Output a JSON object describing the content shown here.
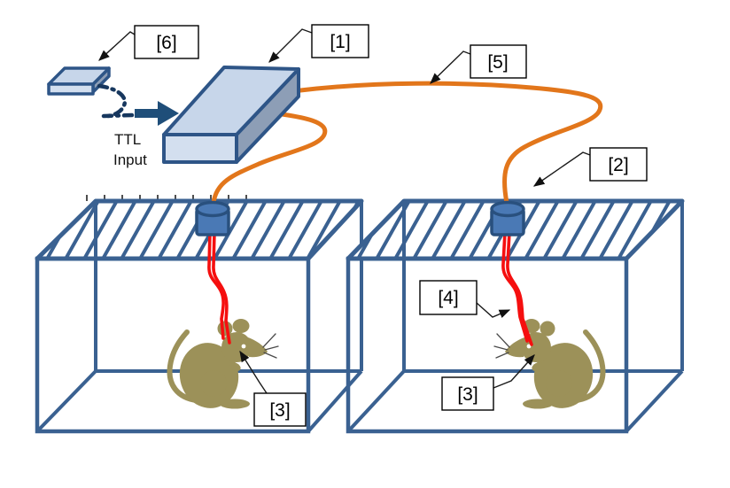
{
  "figure": {
    "type": "experimental-setup-diagram",
    "labels": {
      "l1": "[1]",
      "l2": "[2]",
      "l3_left": "[3]",
      "l3_right": "[3]",
      "l4": "[4]",
      "l5": "[5]",
      "l6": "[6]"
    },
    "text": {
      "ttl_line1": "TTL",
      "ttl_line2": "Input"
    },
    "colors": {
      "cage_outline": "#3A6191",
      "cylinder_fill": "#4A79B5",
      "device_top": "#C7D6EA",
      "device_front": "#D3DFEF",
      "device_side": "#8D9EB6",
      "device_stroke": "#2E5587",
      "cable_orange": "#E2761B",
      "fiber_red": "#F50F0F",
      "mouse_fill": "#9C9159",
      "ttl_arrow_navy": "#1F4E79",
      "label_text": "#000000"
    }
  }
}
